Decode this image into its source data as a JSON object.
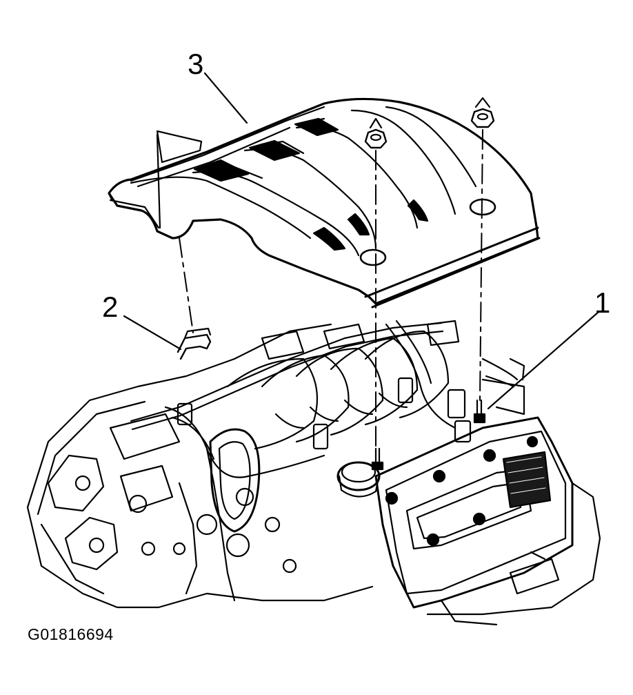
{
  "figure": {
    "callouts": [
      {
        "number": "3",
        "part": "engine-cover"
      },
      {
        "number": "2",
        "part": "rear-retainer-clip"
      },
      {
        "number": "1",
        "part": "cover-mounting-stud"
      }
    ],
    "fasteners": [
      "cover-nut",
      "cover-nut"
    ],
    "figure_id": "G01816694"
  },
  "colors": {
    "ink": "#000000",
    "paper": "#ffffff",
    "shade": "#1a1a1a"
  }
}
